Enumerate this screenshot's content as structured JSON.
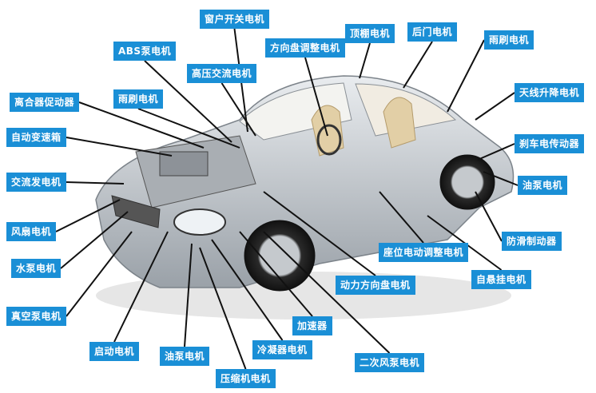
{
  "labels": {
    "window_motor": "窗户开关电机",
    "abs_pump_motor": "ABS泵电机",
    "high_voltage_ac_motor": "高压交流电机",
    "steering_adjust_motor": "方向盘调整电机",
    "roof_motor": "顶棚电机",
    "rear_door_motor": "后门电机",
    "wiper_motor_right": "雨刷电机",
    "antenna_lift_motor": "天线升降电机",
    "brake_actuator": "刹车电传动器",
    "oil_pump_motor_right": "油泵电机",
    "anti_skid_brake": "防滑制动器",
    "self_suspension_motor": "自悬挂电机",
    "seat_adjust_motor": "座位电动调整电机",
    "power_steering_motor": "动力方向盘电机",
    "accelerator": "加速器",
    "secondary_air_pump_motor": "二次风泵电机",
    "condenser_motor": "冷凝器电机",
    "compressor_motor": "压缩机电机",
    "oil_pump_motor_bottom": "油泵电机",
    "starter_motor": "启动电机",
    "vacuum_pump_motor": "真空泵电机",
    "water_pump_motor": "水泵电机",
    "fan_motor": "风扇电机",
    "ac_generator": "交流发电机",
    "auto_transmission": "自动变速箱",
    "clutch_actuator": "离合器促动器",
    "wiper_motor_left": "雨刷电机"
  },
  "colors": {
    "label_bg": "#1a8fd6",
    "label_text": "#ffffff",
    "leader_line": "#111111",
    "car_body": "#c9ced3"
  }
}
